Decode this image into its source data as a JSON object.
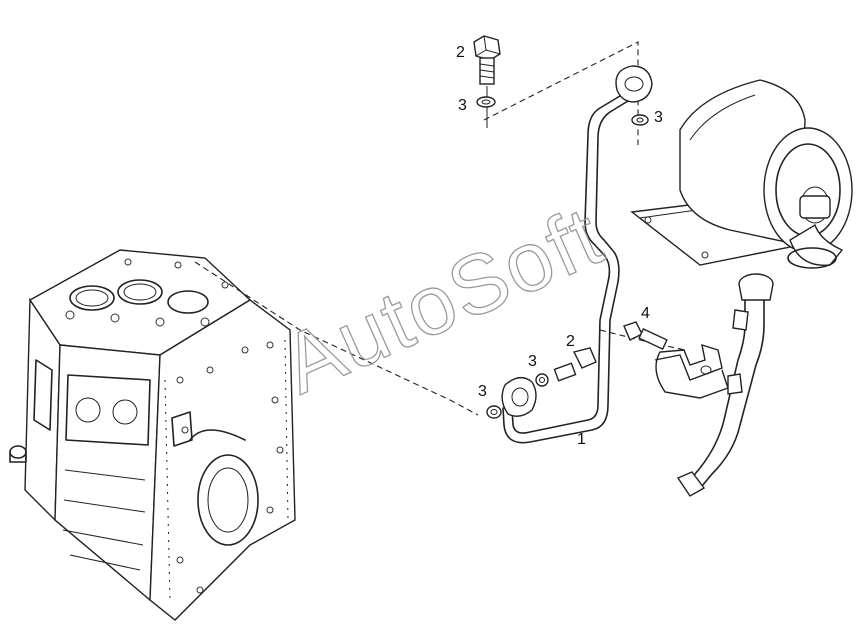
{
  "watermark": "AutoSoft",
  "callouts": {
    "c1": "1",
    "c2_top": "2",
    "c3_top_left": "3",
    "c3_top_right": "3",
    "c2_mid": "2",
    "c3_mid": "3",
    "c3_bottom": "3",
    "c4": "4"
  }
}
